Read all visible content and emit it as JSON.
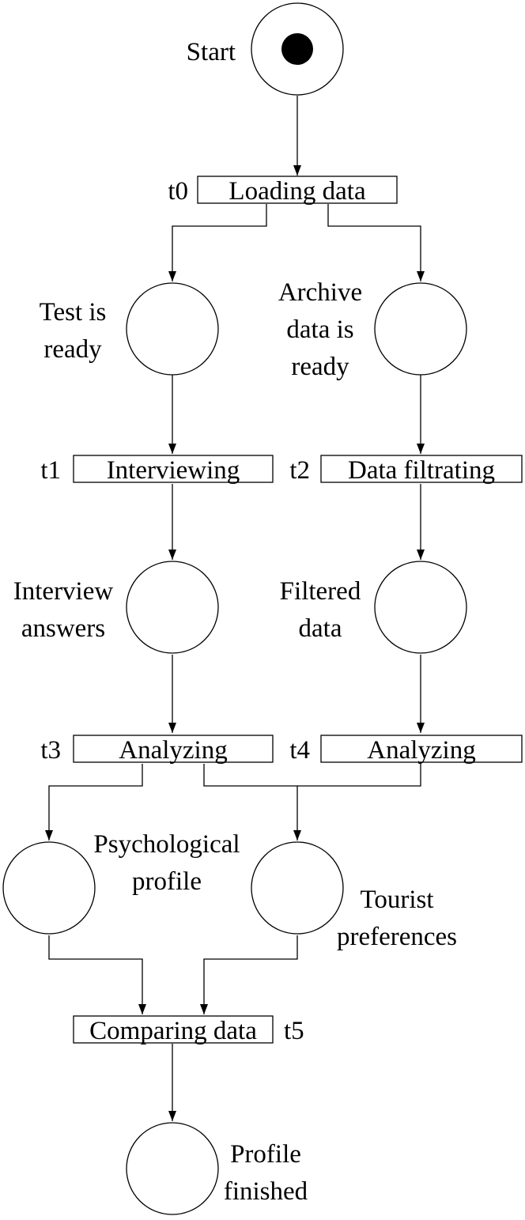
{
  "places": [
    {
      "id": "p-start",
      "lines": [
        "Start"
      ],
      "token": true
    },
    {
      "id": "p-test-ready",
      "lines": [
        "Test is",
        "ready"
      ]
    },
    {
      "id": "p-archive-ready",
      "lines": [
        "Archive",
        "data is",
        "ready"
      ]
    },
    {
      "id": "p-interview-answers",
      "lines": [
        "Interview",
        "answers"
      ]
    },
    {
      "id": "p-filtered-data",
      "lines": [
        "Filtered",
        "data"
      ]
    },
    {
      "id": "p-psych-profile",
      "lines": [
        "Psychological",
        "profile"
      ]
    },
    {
      "id": "p-tourist-prefs",
      "lines": [
        "Tourist",
        "preferences"
      ]
    },
    {
      "id": "p-profile-finished",
      "lines": [
        "Profile",
        "finished"
      ]
    }
  ],
  "transitions": [
    {
      "id": "t0",
      "tag": "t0",
      "label": "Loading data"
    },
    {
      "id": "t1",
      "tag": "t1",
      "label": "Interviewing"
    },
    {
      "id": "t2",
      "tag": "t2",
      "label": "Data filtrating"
    },
    {
      "id": "t3",
      "tag": "t3",
      "label": "Analyzing"
    },
    {
      "id": "t4",
      "tag": "t4",
      "label": "Analyzing"
    },
    {
      "id": "t5",
      "tag": "t5",
      "label": "Comparing data"
    }
  ]
}
